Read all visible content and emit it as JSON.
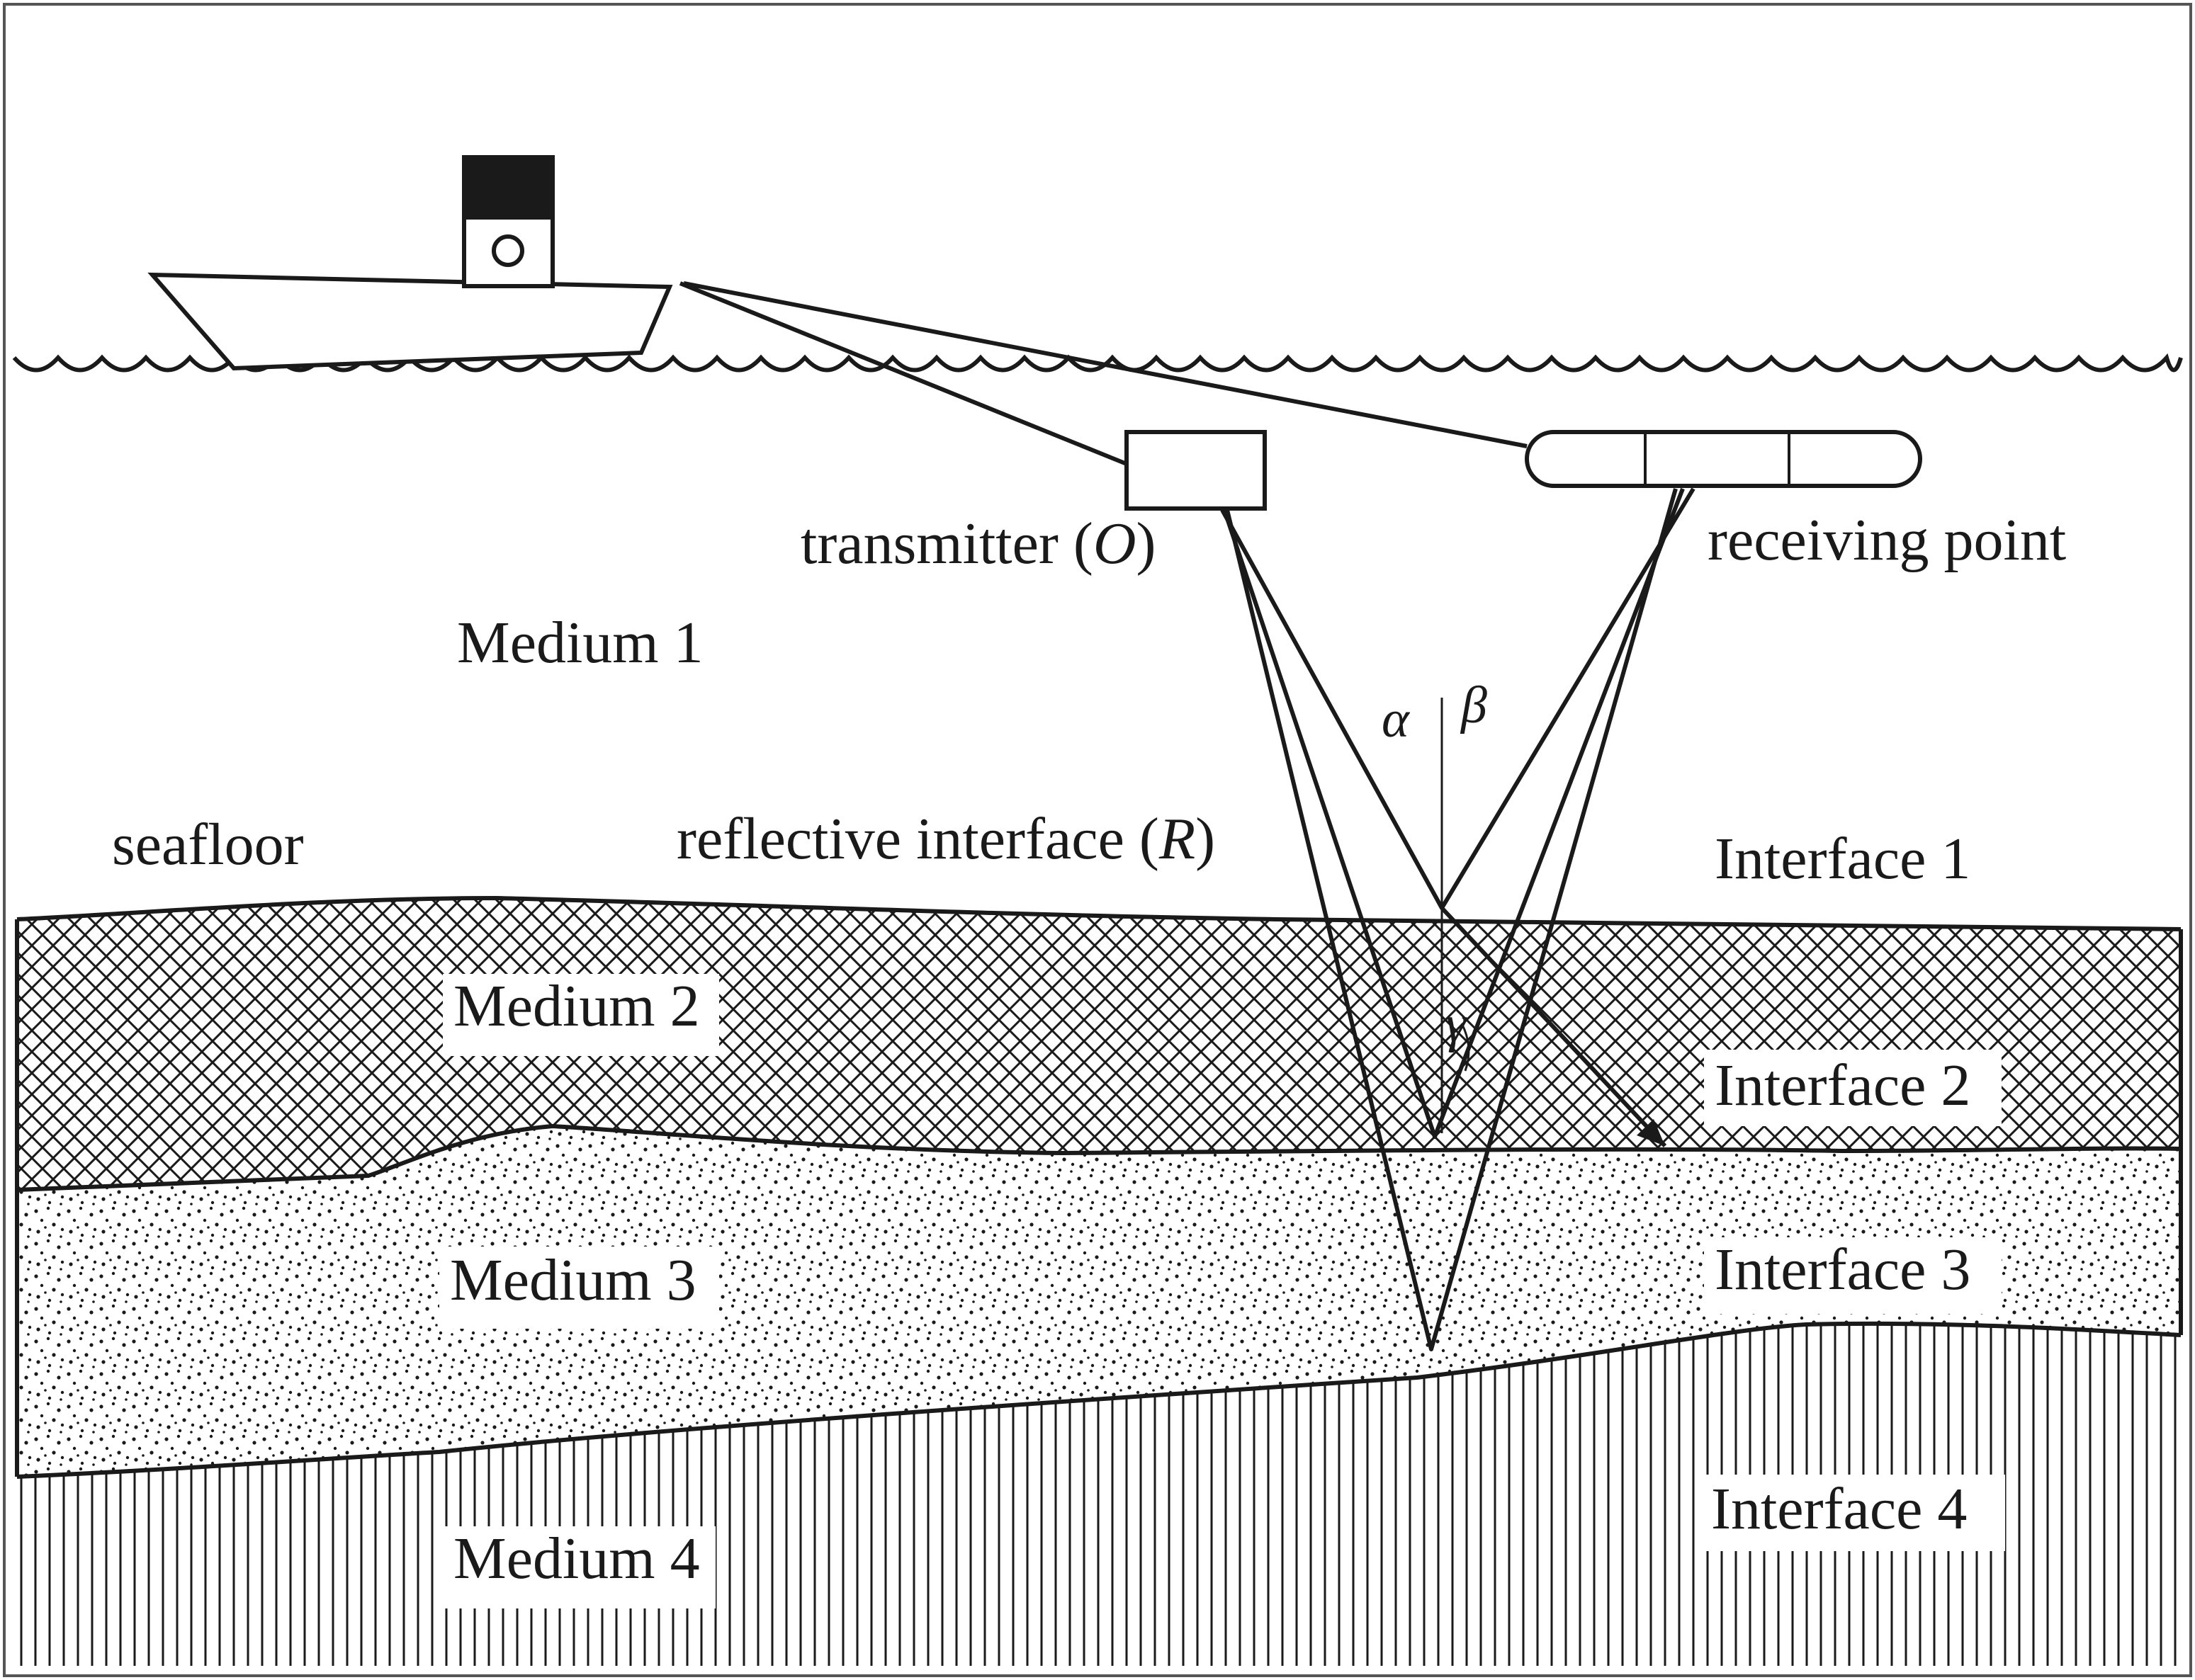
{
  "labels": {
    "transmitter_prefix": "transmitter (",
    "transmitter_symbol": "O",
    "transmitter_suffix": ")",
    "receiving_point": "receiving point",
    "medium_1": "Medium 1",
    "medium_2": "Medium 2",
    "medium_3": "Medium 3",
    "medium_4": "Medium 4",
    "seafloor": "seafloor",
    "reflective_prefix": "reflective interface (",
    "reflective_symbol": "R",
    "reflective_suffix": ")",
    "interface_1": "Interface 1",
    "interface_2": "Interface 2",
    "interface_3": "Interface 3",
    "interface_4": "Interface 4",
    "alpha": "α",
    "beta": "β",
    "gamma": "γ"
  },
  "icons": {
    "vessel": "ship-icon",
    "source": "transmitter-box-icon",
    "streamer": "receiver-streamer-icon"
  },
  "colors": {
    "ink": "#1a1a1a",
    "background": "#ffffff",
    "label_background": "#ffffff"
  }
}
